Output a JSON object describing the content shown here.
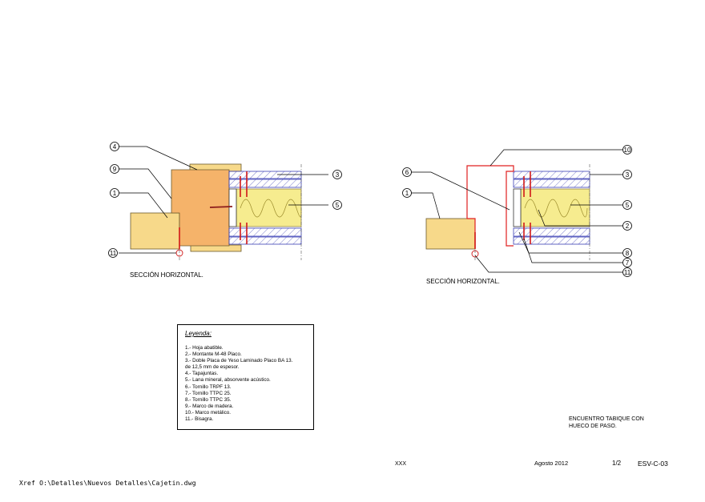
{
  "left_detail": {
    "callouts": [
      "4",
      "9",
      "1",
      "11",
      "3",
      "5"
    ],
    "caption": "SECCIÓN HORIZONTAL."
  },
  "right_detail": {
    "callouts": [
      "6",
      "1",
      "11",
      "10",
      "3",
      "5",
      "2",
      "8",
      "7"
    ],
    "caption": "SECCIÓN HORIZONTAL."
  },
  "legend": {
    "title": "Leyenda:",
    "items": [
      "1.-   Hoja abatible.",
      "2.-   Montante M-48 Placo.",
      "3.-   Doble Placa de Yeso Laminado Placo BA 13.",
      "        de 12,5 mm de espesor.",
      "4.-   Tapajuntas.",
      "5.-   Lana mineral, absorvente acústico.",
      "6.-   Tornillo TRPF 13.",
      "7.-   Tornillo TTPC 25.",
      "8.-   Tornillo TTPC 35.",
      "9.-      Marco de madera.",
      "10.-  Marco metálico.",
      "11.-  Bisagra."
    ]
  },
  "title_block": {
    "description_line1": "ENCUENTRO TABIQUE CON",
    "description_line2": "HUECO DE PASO.",
    "project": "XXX",
    "date": "Agosto 2012",
    "sheet": "1/2",
    "code": "ESV-C-03"
  },
  "xref": "Xref O:\\Detalles\\Nuevos Detalles\\Cajetin.dwg",
  "colors": {
    "wood": "#f7d98a",
    "frame_wood": "#f5b36a",
    "insulation": "#f6ec8f",
    "board_hatch": "#3a3fb5",
    "metal_frame": "#e02020",
    "screw": "#d01818"
  }
}
